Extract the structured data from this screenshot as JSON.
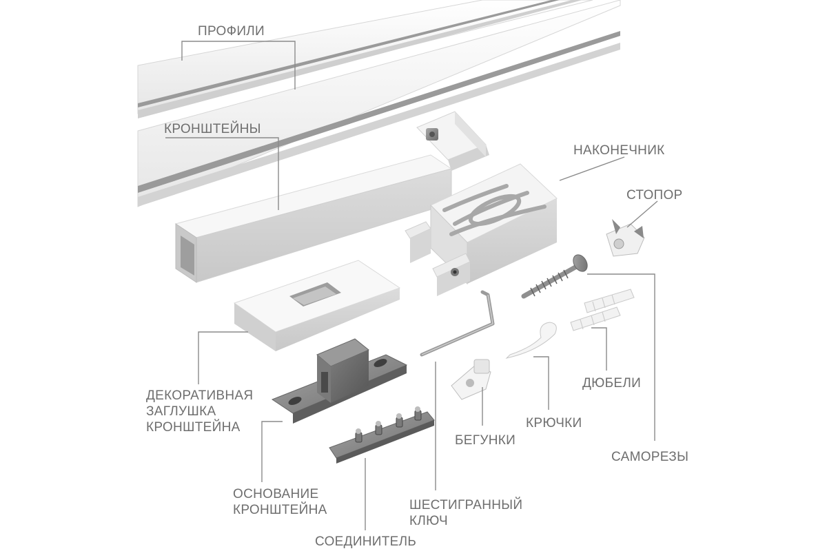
{
  "labels": {
    "profiles": "ПРОФИЛИ",
    "brackets": "КРОНШТЕЙНЫ",
    "finial": "НАКОНЕЧНИК",
    "stopper": "СТОПОР",
    "decorative_cap": [
      "ДЕКОРАТИВНАЯ",
      "ЗАГЛУШКА",
      "КРОНШТЕЙНА"
    ],
    "dowels": "ДЮБЕЛИ",
    "hooks": "КРЮЧКИ",
    "gliders": "БЕГУНКИ",
    "screws": "САМОРЕЗЫ",
    "bracket_base": [
      "ОСНОВАНИЕ",
      "КРОНШТЕЙНА"
    ],
    "hex_key": [
      "ШЕСТИГРАННЫЙ",
      "КЛЮЧ"
    ],
    "connector": "СОЕДИНИТЕЛЬ"
  },
  "colors": {
    "label_text": "#6e6e6e",
    "leader_line": "#8a8a8a",
    "part_white": "#f2f2f2",
    "part_shadow": "#d4d4d4",
    "metal": "#8c8c8c"
  }
}
